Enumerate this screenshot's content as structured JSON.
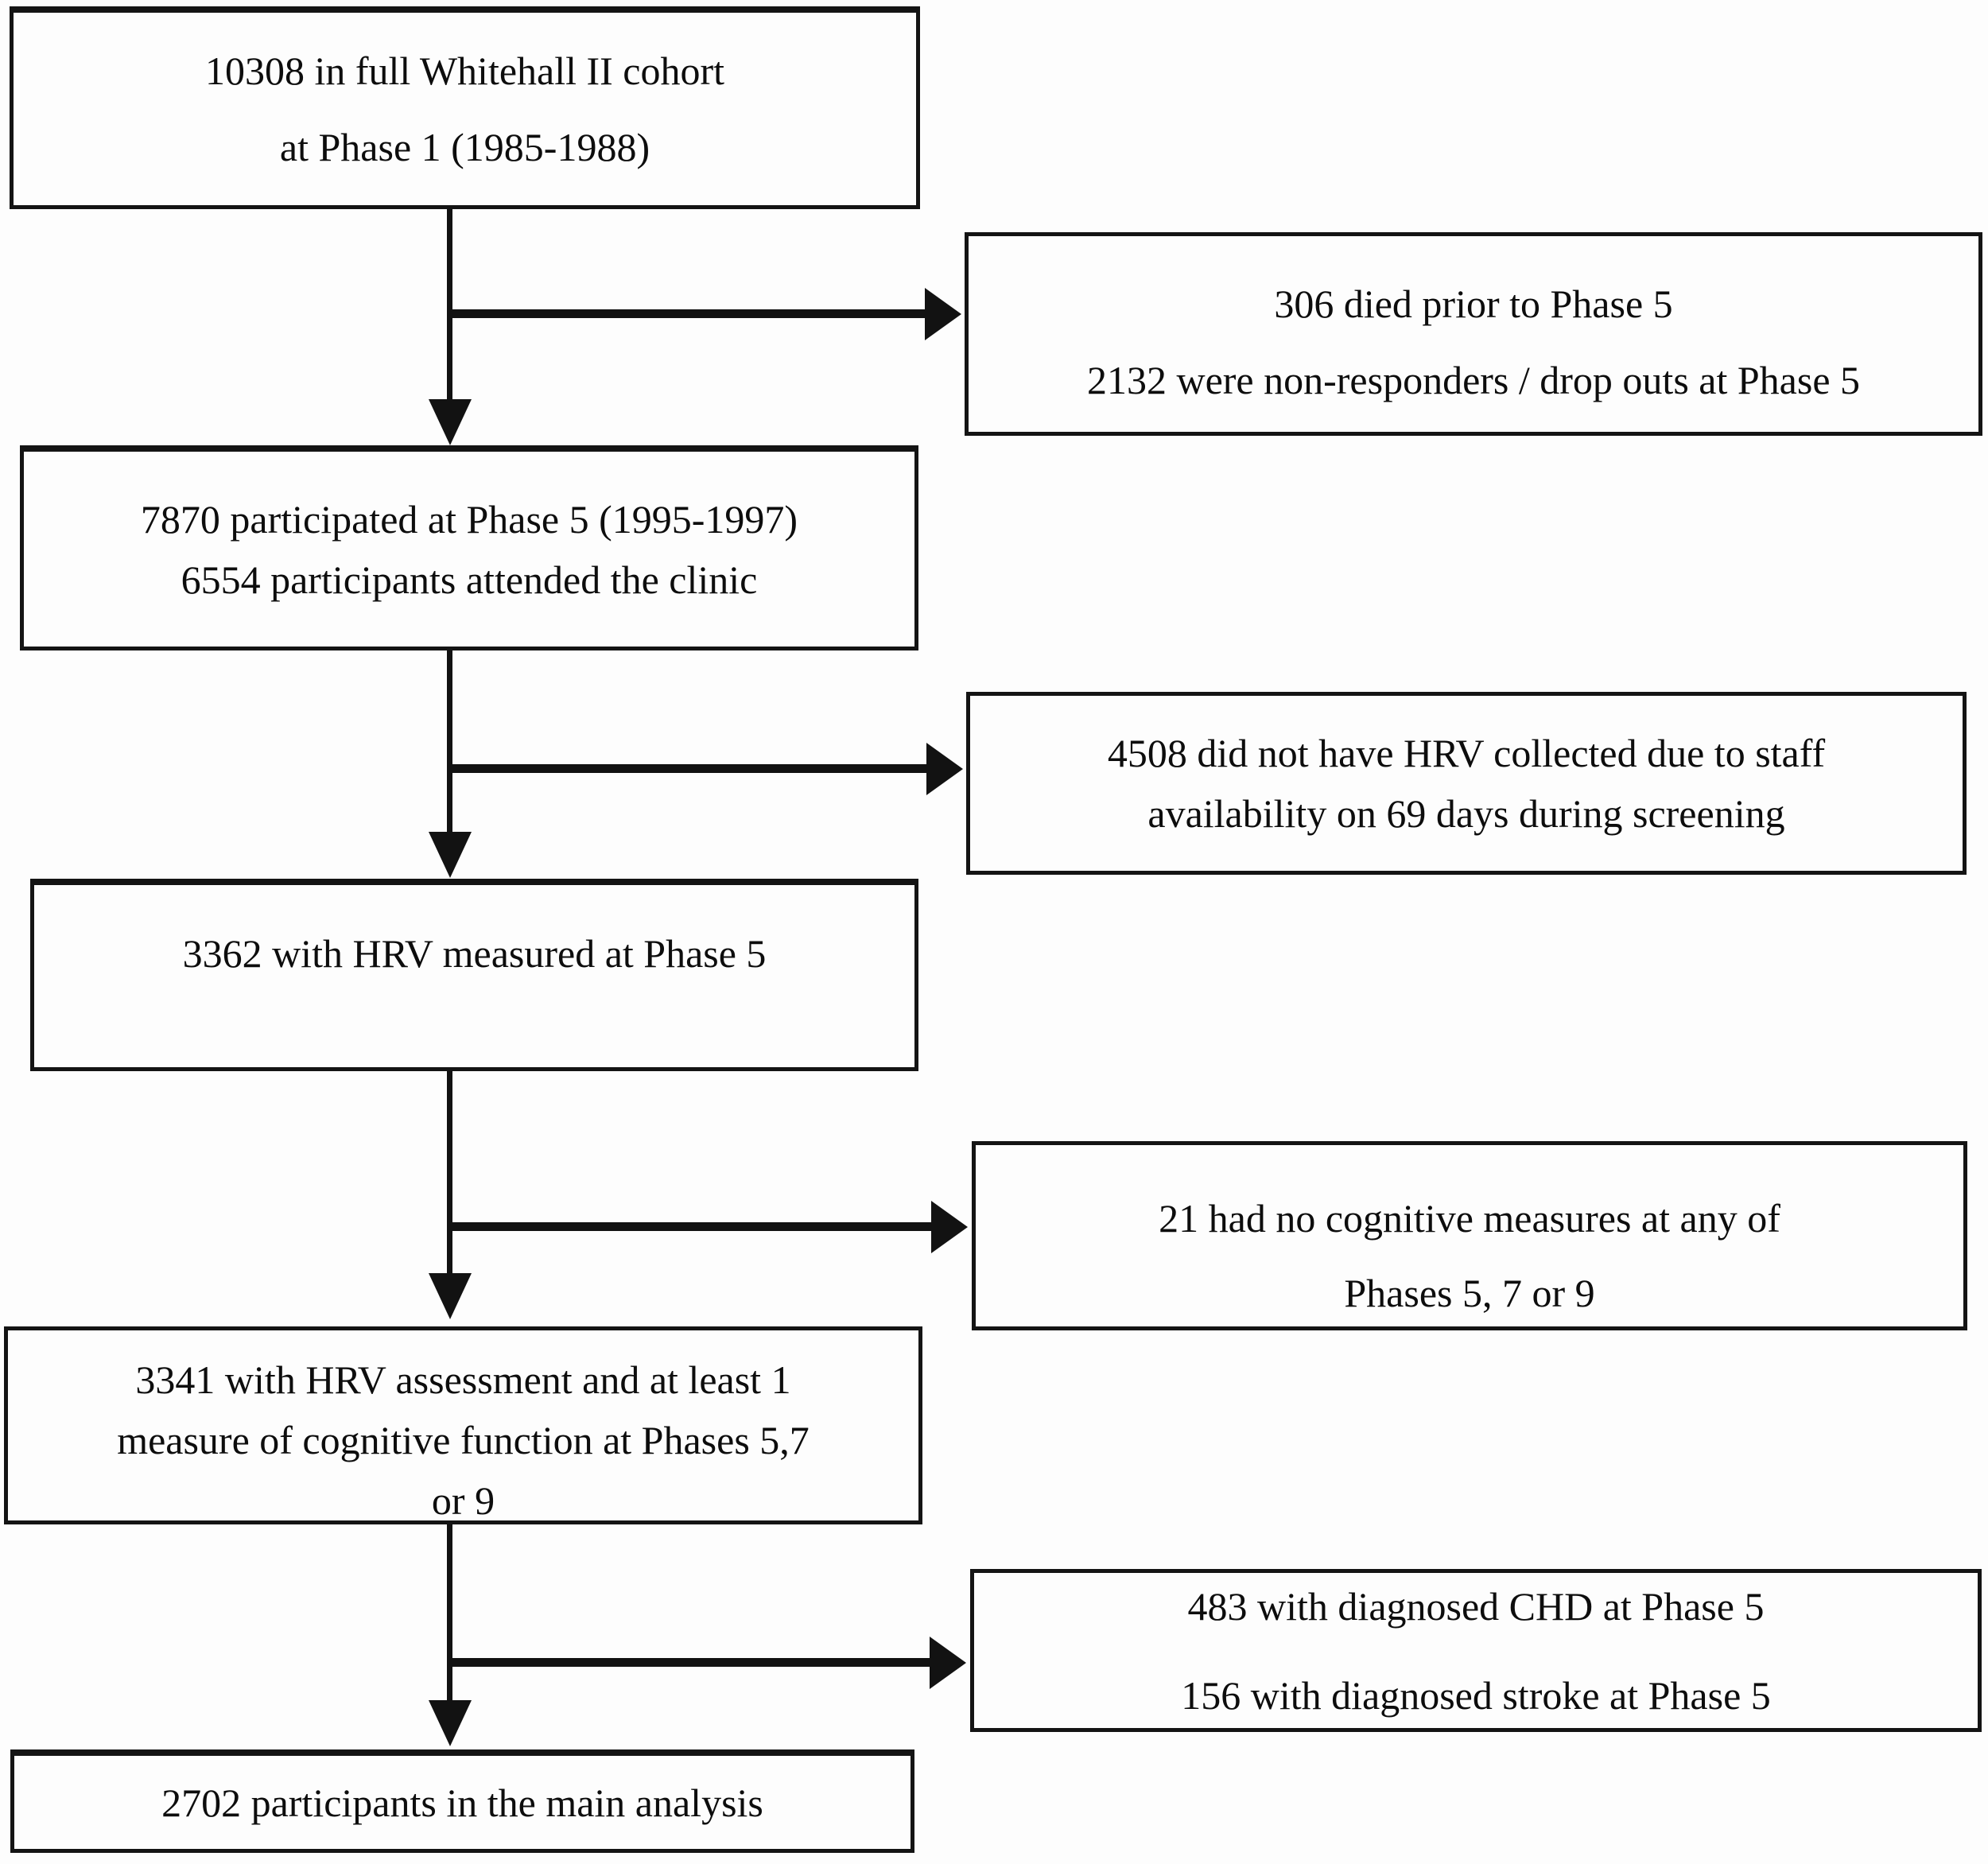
{
  "figure": {
    "type": "flowchart",
    "title": "Whitehall II cohort participant flow",
    "colors": {
      "background": "#fdfdfd",
      "line": "#121212",
      "text": "#0d0d0d"
    },
    "boxes": {
      "phase1": {
        "lines": [
          "10308 in full Whitehall II cohort",
          "at Phase 1 (1985-1988)"
        ]
      },
      "excluded_phase5": {
        "lines": [
          "306 died prior to Phase 5",
          "2132 were non-responders / drop outs at Phase 5"
        ]
      },
      "phase5": {
        "lines": [
          "7870 participated at Phase 5 (1995-1997)",
          "6554 participants attended the clinic"
        ]
      },
      "no_hrv": {
        "lines": [
          "4508 did not have HRV collected due to staff",
          "availability on 69 days during screening"
        ]
      },
      "hrv_measured": {
        "lines": [
          "3362 with HRV measured at Phase 5"
        ]
      },
      "no_cognitive": {
        "lines": [
          "21 had no cognitive measures at any of",
          "Phases 5, 7 or 9"
        ]
      },
      "hrv_cognitive": {
        "lines": [
          "3341 with HRV assessment and at least 1",
          "measure of cognitive function at Phases 5,7",
          "or 9"
        ]
      },
      "chd_stroke": {
        "lines": [
          "483 with diagnosed CHD at Phase 5",
          "156 with diagnosed stroke at Phase 5"
        ]
      },
      "main_analysis": {
        "lines": [
          "2702 participants in the main analysis"
        ]
      }
    }
  }
}
